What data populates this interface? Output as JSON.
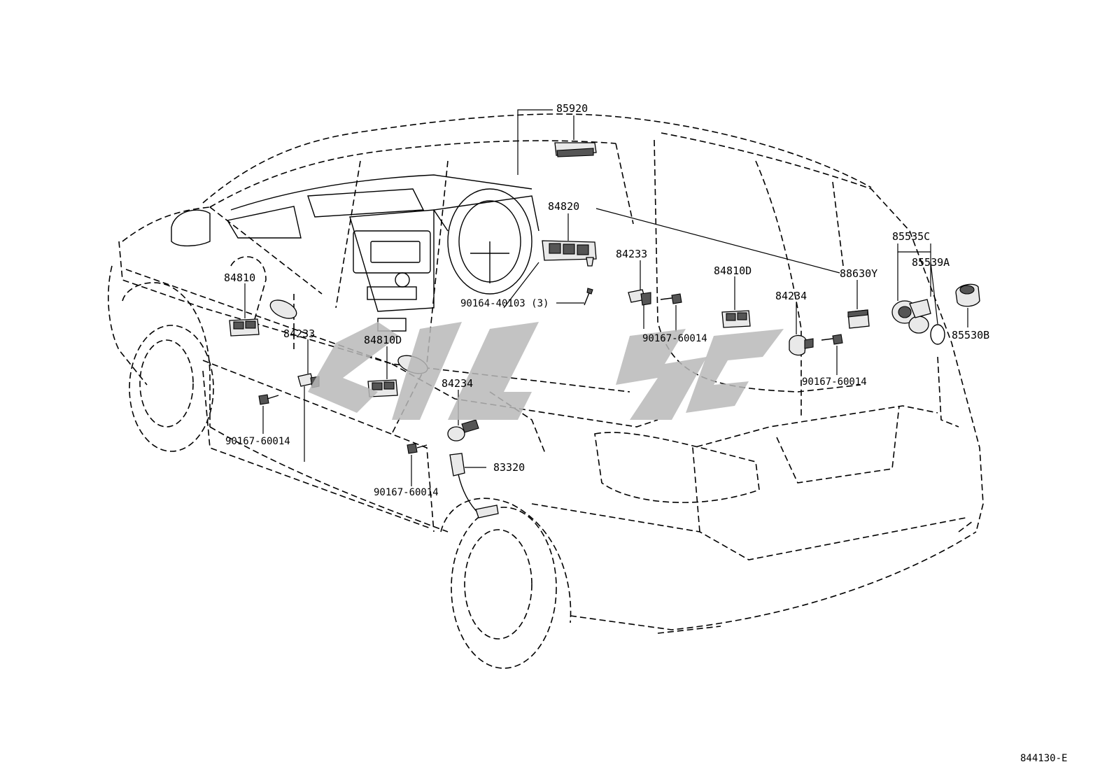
{
  "diagram_code": "844130-E",
  "parts": {
    "p85920": "85920",
    "p84820": "84820",
    "p84233_right": "84233",
    "p84233_left": "84233",
    "p84810": "84810",
    "p84810D_center": "84810D",
    "p84810D_right": "84810D",
    "p84234_center": "84234",
    "p84234_right": "84234",
    "p88630Y": "88630Y",
    "p85535C": "85535C",
    "p85539A": "85539A",
    "p85530B": "85530B",
    "p83320": "83320",
    "p90164": "90164-40103 (3)",
    "bolt_a": "90167-60014",
    "bolt_b": "90167-60014",
    "bolt_c": "90167-60014",
    "bolt_d": "90167-60014"
  }
}
